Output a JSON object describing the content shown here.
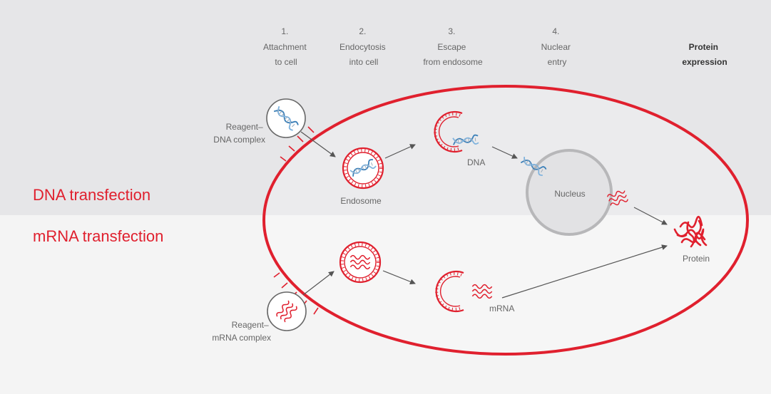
{
  "steps": {
    "s1": [
      "1.",
      "Attachment",
      "to cell"
    ],
    "s2": [
      "2.",
      "Endocytosis",
      "into cell"
    ],
    "s3": [
      "3.",
      "Escape",
      "from endosome"
    ],
    "s4": [
      "4.",
      "Nuclear",
      "entry"
    ],
    "s5": [
      "Protein",
      "expression"
    ]
  },
  "sections": {
    "dna": "DNA transfection",
    "mrna": "mRNA transfection"
  },
  "labels": {
    "dna_complex": [
      "Reagent–",
      "DNA complex"
    ],
    "mrna_complex": [
      "Reagent–",
      "mRNA complex"
    ],
    "endosome": "Endosome",
    "dna": "DNA",
    "nucleus": "Nucleus",
    "protein": "Protein",
    "mrna": "mRNA"
  },
  "colors": {
    "red": "#e0202e",
    "dna_helix": "#4a90c8",
    "grey_band": "#e6e6e8",
    "light_band": "#f4f4f4"
  }
}
